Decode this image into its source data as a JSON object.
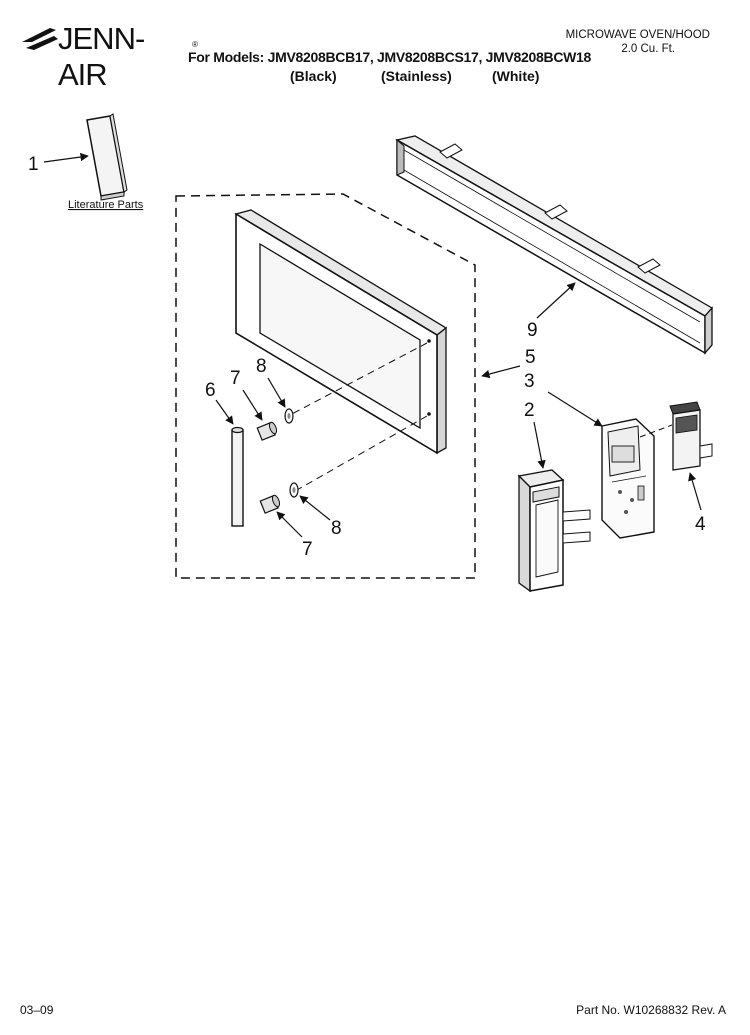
{
  "header": {
    "brand": "JENN-AIR",
    "product_type_line1": "MICROWAVE OVEN/HOOD",
    "product_type_line2": "2.0 Cu. Ft.",
    "models_line": "For Models: JMV8208BCB17, JMV8208BCS17, JMV8208BCW18",
    "finishes": [
      "(Black)",
      "(Stainless)",
      "(White)"
    ]
  },
  "diagram": {
    "literature_label": "Literature Parts",
    "callouts": {
      "c1": "1",
      "c2": "2",
      "c3": "3",
      "c4": "4",
      "c5": "5",
      "c6": "6",
      "c7a": "7",
      "c7b": "7",
      "c8a": "8",
      "c8b": "8",
      "c9": "9"
    }
  },
  "footer": {
    "date_code": "03–09",
    "part_number": "Part No. W10268832 Rev. A"
  }
}
